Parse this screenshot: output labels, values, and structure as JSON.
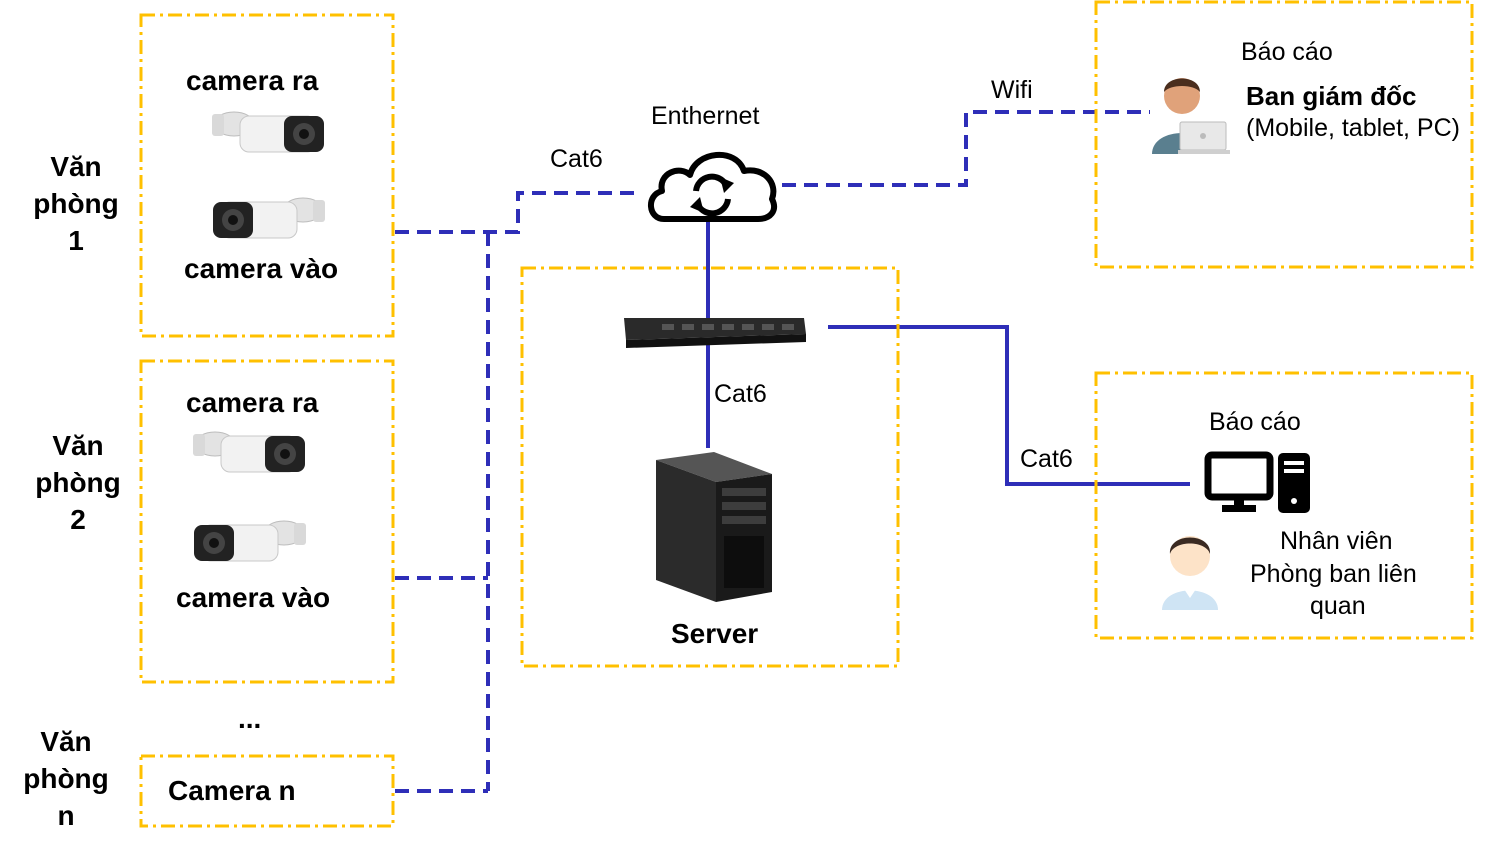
{
  "colors": {
    "box_border": "#FFC000",
    "link": "#2E2EB8",
    "background": "#FFFFFF"
  },
  "offices": [
    {
      "label_lines": [
        "Văn",
        "phòng",
        "1"
      ],
      "camera_out": "camera ra",
      "camera_in": "camera vào"
    },
    {
      "label_lines": [
        "Văn",
        "phòng",
        "2"
      ],
      "camera_out": "camera ra",
      "camera_in": "camera vào"
    },
    {
      "label_lines": [
        "Văn",
        "phòng",
        "n"
      ],
      "camera_n": "Camera n"
    }
  ],
  "ellipsis": "...",
  "network": {
    "cloud_label": "Enthernet",
    "cat6_office_link": "Cat6",
    "cat6_server_link": "Cat6",
    "cat6_staff_link": "Cat6",
    "wifi_link": "Wifi"
  },
  "server": {
    "label": "Server"
  },
  "management": {
    "report_label": "Báo cáo",
    "title": "Ban giám đốc",
    "devices": "(Mobile, tablet, PC)"
  },
  "staff": {
    "report_label": "Báo cáo",
    "line1": "Nhân viên",
    "line2": "Phòng ban liên",
    "line3": "quan"
  },
  "icons": {
    "camera": "bullet-camera-icon",
    "cloud": "cloud-sync-icon",
    "switch": "network-switch-icon",
    "server": "server-tower-icon",
    "manager": "person-laptop-icon",
    "computer": "desktop-computer-icon",
    "staff": "staff-person-icon"
  }
}
